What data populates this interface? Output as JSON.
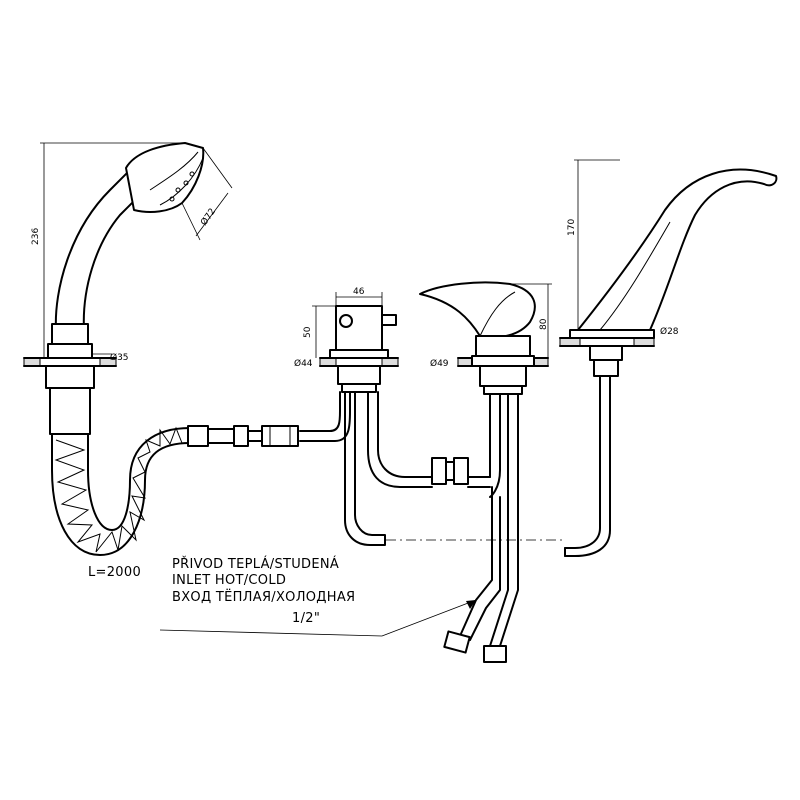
{
  "dimensions": {
    "shower_height": "236",
    "shower_head_diameter": "Ø72",
    "shower_base_diameter": "Ø35",
    "hose_length": "L=2000",
    "diverter_width": "46",
    "diverter_height": "50",
    "diverter_base_diameter": "Ø44",
    "mixer_height": "80",
    "mixer_base_diameter": "Ø49",
    "spout_height": "170",
    "spout_base_diameter": "Ø28"
  },
  "inlet_note": {
    "line_cz": "PŘIVOD TEPLÁ/STUDENÁ",
    "line_en": "INLET HOT/COLD",
    "line_ru": "ВХОД ТЁПЛАЯ/ХОЛОДНАЯ",
    "thread_size": "1/2\""
  }
}
